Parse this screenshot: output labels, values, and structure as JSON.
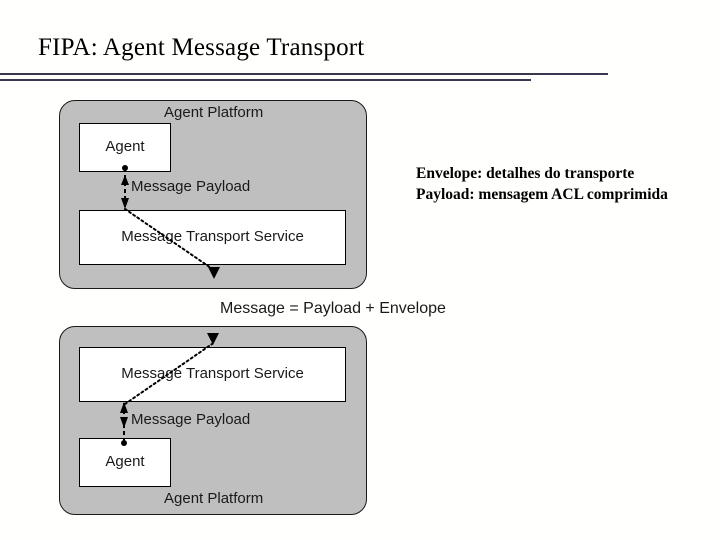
{
  "slide": {
    "title": "FIPA: Agent Message Transport",
    "rule_color": "#3b3550"
  },
  "note": {
    "line1": "Envelope: detalhes do transporte",
    "line2": "Payload: mensagem ACL comprimida"
  },
  "middle_caption": "Message = Payload + Envelope",
  "colors": {
    "platform_fill": "#bfbfbf",
    "box_fill": "#ffffff",
    "stroke": "#000000",
    "background": "#ffffff"
  },
  "diagrams": [
    {
      "id": "sender",
      "platform_label": "Agent Platform",
      "platform_label_position": "top",
      "boxes": [
        {
          "label": "Agent",
          "role": "agent"
        },
        {
          "label": "Message Transport Service",
          "role": "mts"
        }
      ],
      "payload_label": "Message Payload",
      "arrows": [
        {
          "kind": "double-headed-vertical",
          "between": "Agent and Message Transport Service"
        },
        {
          "kind": "dotted-diagonal",
          "direction": "down-right",
          "meaning": "message leaves platform"
        }
      ]
    },
    {
      "id": "receiver",
      "platform_label": "Agent Platform",
      "platform_label_position": "bottom",
      "boxes": [
        {
          "label": "Message Transport Service",
          "role": "mts"
        },
        {
          "label": "Agent",
          "role": "agent"
        }
      ],
      "payload_label": "Message Payload",
      "arrows": [
        {
          "kind": "dotted-diagonal",
          "direction": "up-right-incoming",
          "meaning": "message arrives at platform"
        },
        {
          "kind": "double-headed-vertical",
          "between": "Message Transport Service and Agent"
        }
      ]
    }
  ]
}
